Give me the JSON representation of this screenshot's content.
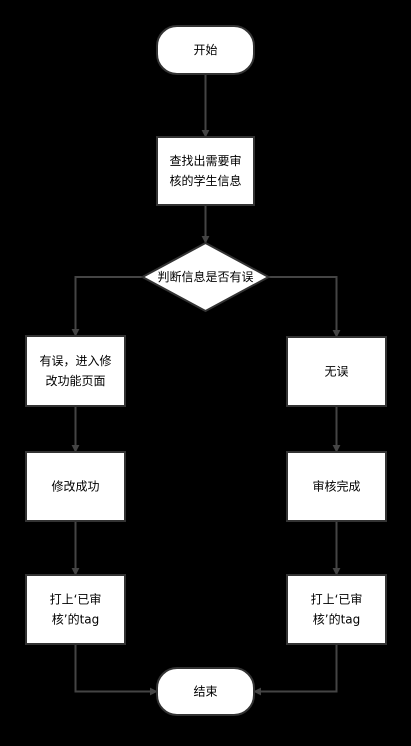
{
  "diagram": {
    "colors": {
      "background": "#000000",
      "node_fill": "#ffffff",
      "node_stroke": "#333333",
      "connector": "#444444",
      "text": "#000000"
    },
    "nodes": {
      "start": {
        "shape": "terminal",
        "lines": [
          "开始"
        ]
      },
      "find": {
        "shape": "process",
        "lines": [
          "查找出需要审",
          "核的学生信息"
        ]
      },
      "decision": {
        "shape": "decision",
        "lines": [
          "判断信息是否有误"
        ]
      },
      "error": {
        "shape": "process",
        "lines": [
          "有误，进入修",
          "改功能页面"
        ]
      },
      "no_error": {
        "shape": "process",
        "lines": [
          "无误"
        ]
      },
      "modify_success": {
        "shape": "process",
        "lines": [
          "修改成功"
        ]
      },
      "audit_done": {
        "shape": "process",
        "lines": [
          "审核完成"
        ]
      },
      "tag_left": {
        "shape": "process",
        "lines": [
          "打上‘已审",
          "核’的tag"
        ]
      },
      "tag_right": {
        "shape": "process",
        "lines": [
          "打上‘已审",
          "核’的tag"
        ]
      },
      "end": {
        "shape": "terminal",
        "lines": [
          "结束"
        ]
      }
    },
    "edges": [
      {
        "from": "start",
        "to": "find"
      },
      {
        "from": "find",
        "to": "decision"
      },
      {
        "from": "decision",
        "to": "error"
      },
      {
        "from": "decision",
        "to": "no_error"
      },
      {
        "from": "error",
        "to": "modify_success"
      },
      {
        "from": "no_error",
        "to": "audit_done"
      },
      {
        "from": "modify_success",
        "to": "tag_left"
      },
      {
        "from": "audit_done",
        "to": "tag_right"
      },
      {
        "from": "tag_left",
        "to": "end"
      },
      {
        "from": "tag_right",
        "to": "end"
      }
    ]
  }
}
